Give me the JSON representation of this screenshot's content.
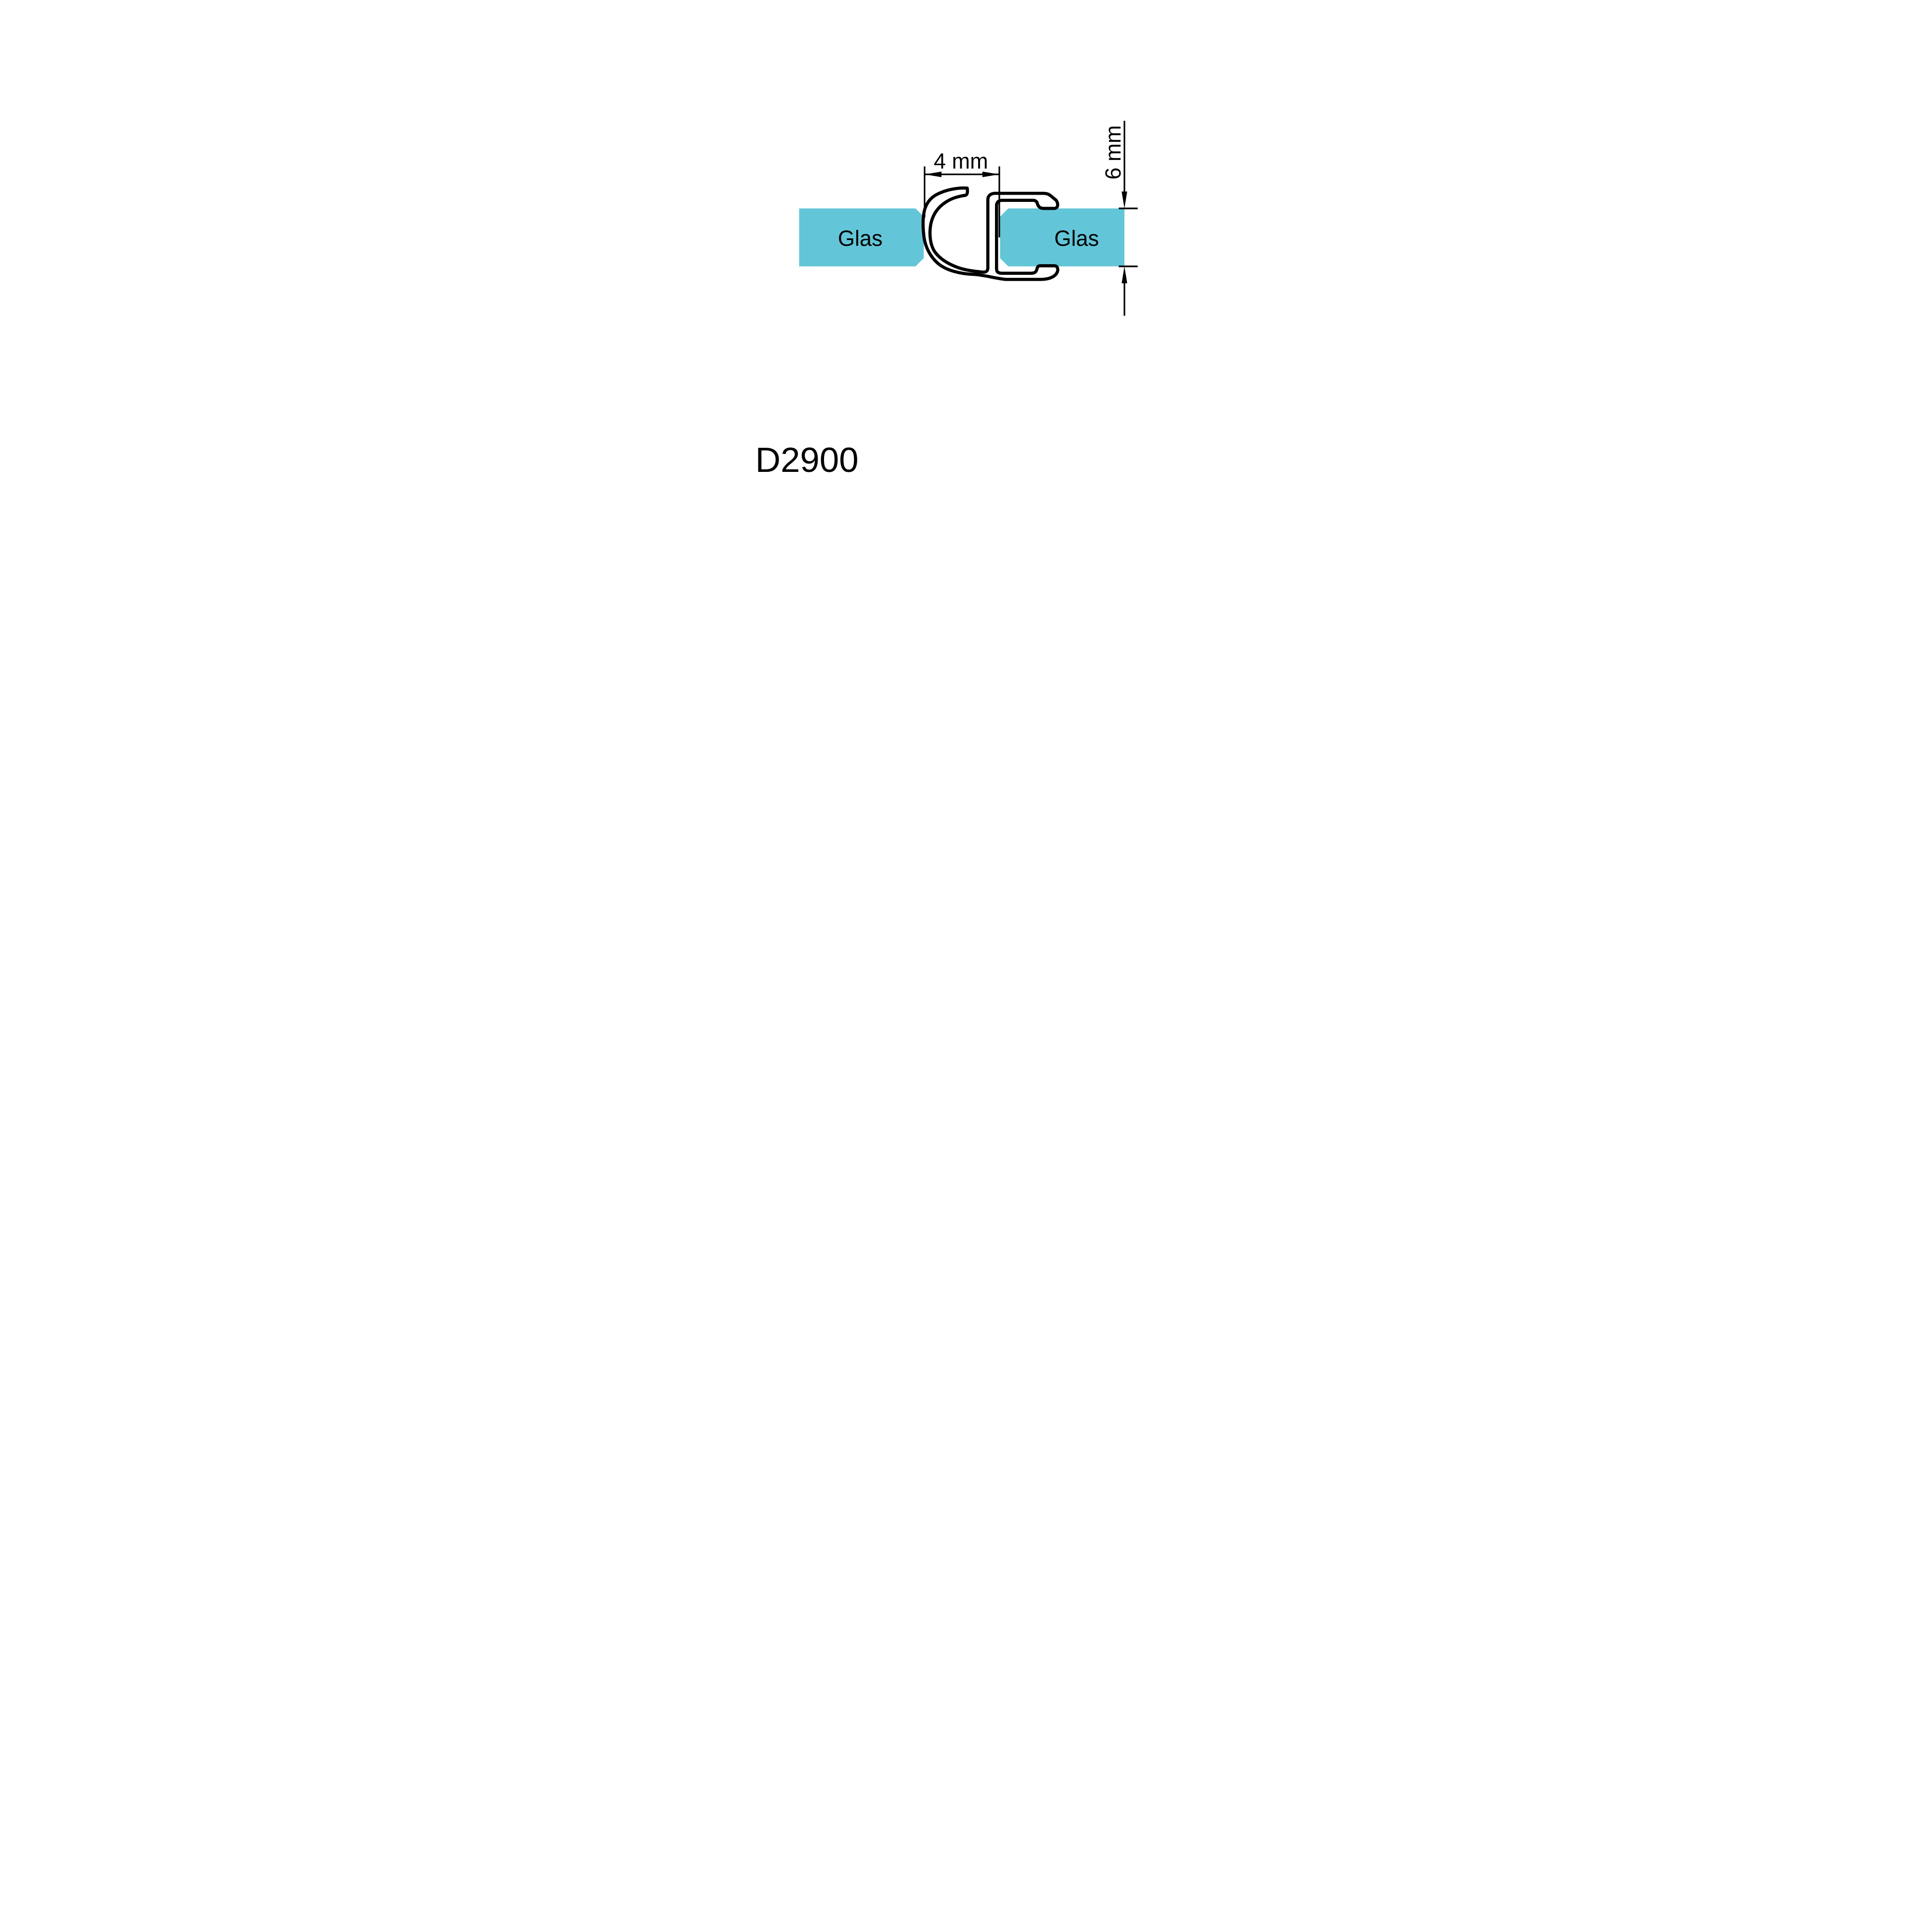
{
  "diagram": {
    "product_code": "D2900",
    "glass_left": {
      "label": "Glas"
    },
    "glass_right": {
      "label": "Glas"
    },
    "dimensions": {
      "gap": {
        "label": "4 mm"
      },
      "thickness": {
        "label": "6 mm"
      }
    },
    "colors": {
      "glass": "#63c5d8",
      "line": "#000000",
      "profile_fill": "#ffffff",
      "background": "#ffffff",
      "text": "#000000"
    }
  }
}
